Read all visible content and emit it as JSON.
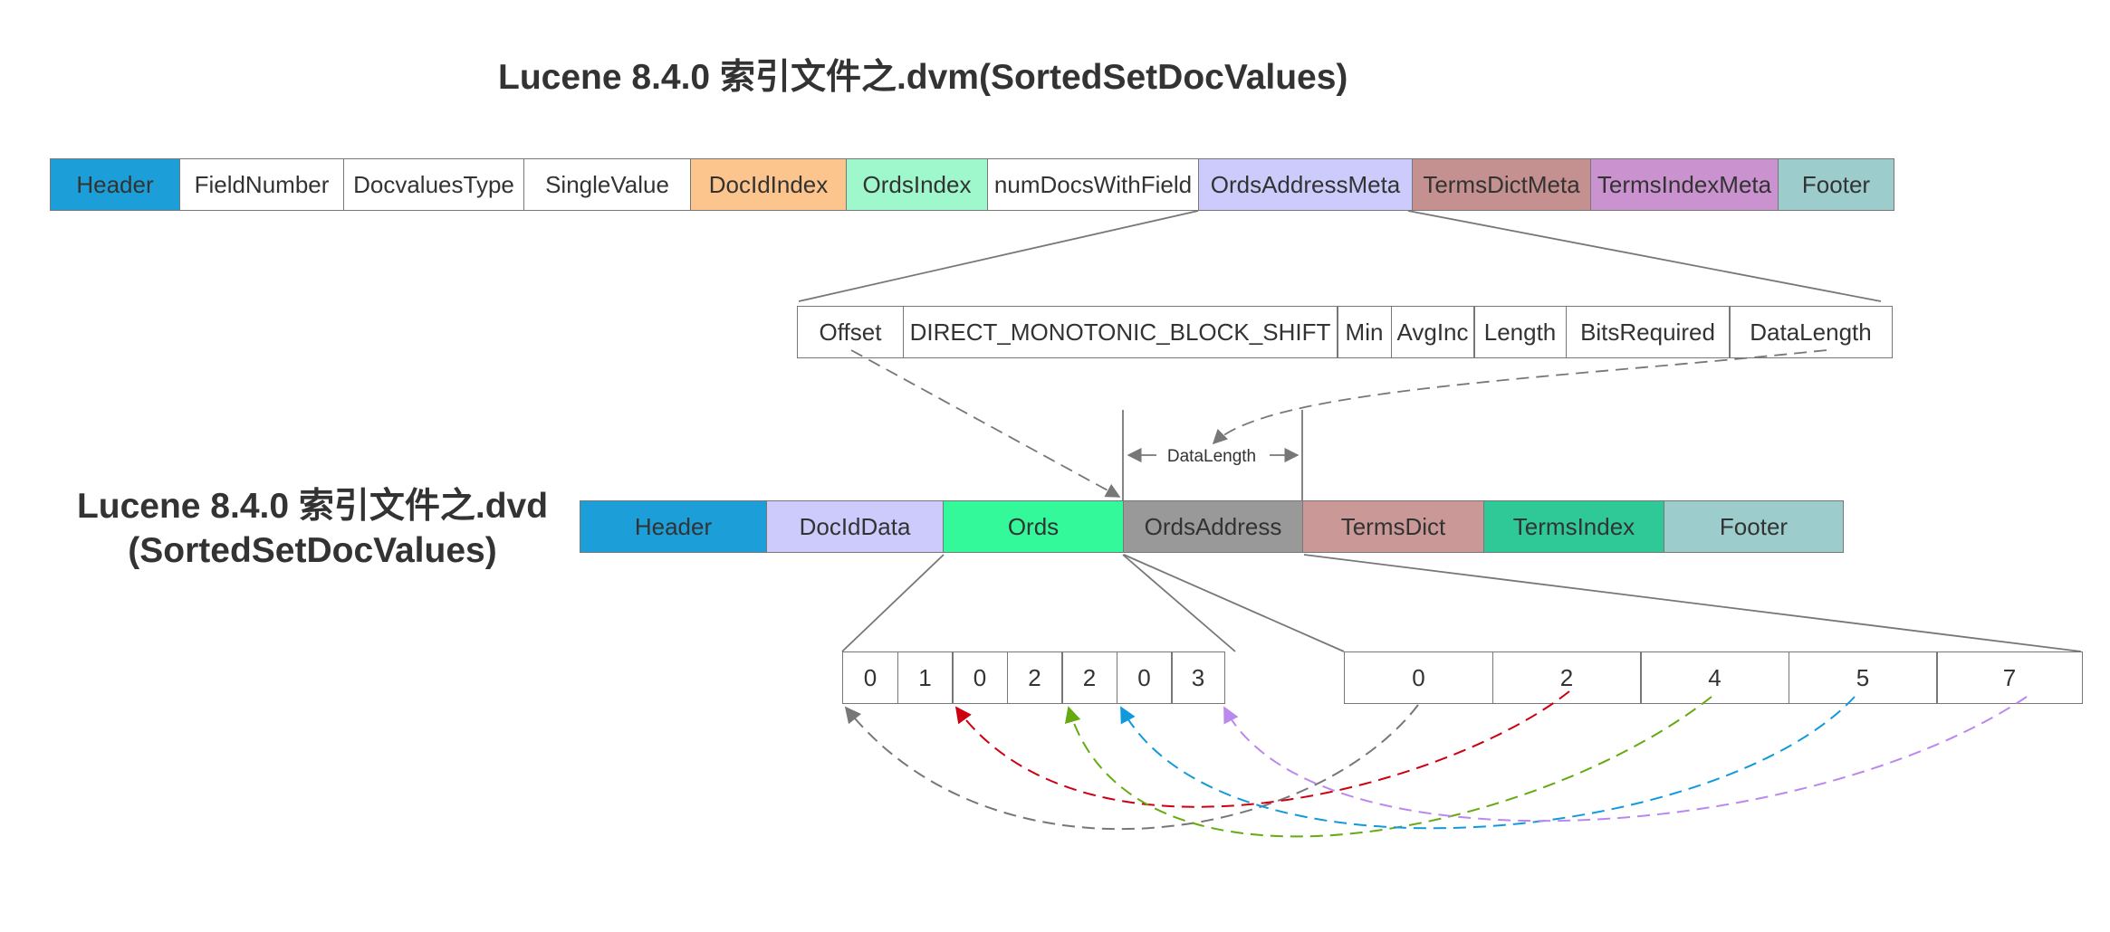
{
  "dvm": {
    "title": "Lucene 8.4.0 索引文件之.dvm(SortedSetDocValues)",
    "fields": [
      {
        "label": "Header",
        "color": "#1c9fd9"
      },
      {
        "label": "FieldNumber",
        "color": "#ffffff"
      },
      {
        "label": "DocvaluesType",
        "color": "#ffffff"
      },
      {
        "label": "SingleValue",
        "color": "#ffffff"
      },
      {
        "label": "DocIdIndex",
        "color": "#fcc58e"
      },
      {
        "label": "OrdsIndex",
        "color": "#9ff7cc"
      },
      {
        "label": "numDocsWithField",
        "color": "#ffffff"
      },
      {
        "label": "OrdsAddressMeta",
        "color": "#cccbfb"
      },
      {
        "label": "TermsDictMeta",
        "color": "#c59090"
      },
      {
        "label": "TermsIndexMeta",
        "color": "#ca93cf"
      },
      {
        "label": "Footer",
        "color": "#9ccccc"
      }
    ]
  },
  "ords_address_meta": {
    "fields": [
      {
        "label": "Offset"
      },
      {
        "label": "DIRECT_MONOTONIC_BLOCK_SHIFT"
      },
      {
        "label": "Min"
      },
      {
        "label": "AvgInc"
      },
      {
        "label": "Length"
      },
      {
        "label": "BitsRequired"
      },
      {
        "label": "DataLength"
      }
    ]
  },
  "data_length_label": "DataLength",
  "dvd": {
    "title_line1": "Lucene 8.4.0 索引文件之.dvd",
    "title_line2": "(SortedSetDocValues)",
    "fields": [
      {
        "label": "Header",
        "color": "#1c9fd9"
      },
      {
        "label": "DocIdData",
        "color": "#cccbfb"
      },
      {
        "label": "Ords",
        "color": "#33f99b"
      },
      {
        "label": "OrdsAddress",
        "color": "#999999"
      },
      {
        "label": "TermsDict",
        "color": "#c99897"
      },
      {
        "label": "TermsIndex",
        "color": "#2fc897"
      },
      {
        "label": "Footer",
        "color": "#9ccccc"
      }
    ]
  },
  "ords": {
    "values": [
      "0",
      "1",
      "0",
      "2",
      "2",
      "0",
      "3"
    ]
  },
  "ords_address": {
    "values": [
      "0",
      "2",
      "4",
      "5",
      "7"
    ]
  },
  "arrow_colors": [
    "#777777",
    "#cc0011",
    "#66aa11",
    "#1199dd",
    "#bb88ee"
  ]
}
